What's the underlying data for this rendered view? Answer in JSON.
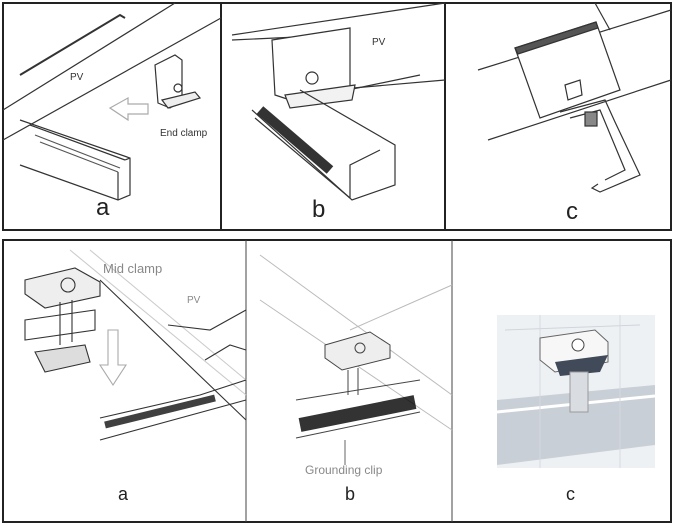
{
  "top_row": {
    "a": {
      "letter": "a",
      "pv": "PV",
      "clamp": "End clamp"
    },
    "b": {
      "letter": "b",
      "pv": "PV"
    },
    "c": {
      "letter": "c"
    }
  },
  "bottom_row": {
    "a": {
      "letter": "a",
      "pv": "PV",
      "clamp": "Mid clamp"
    },
    "b": {
      "letter": "b",
      "clip": "Grounding clip"
    },
    "c": {
      "letter": "c"
    }
  }
}
